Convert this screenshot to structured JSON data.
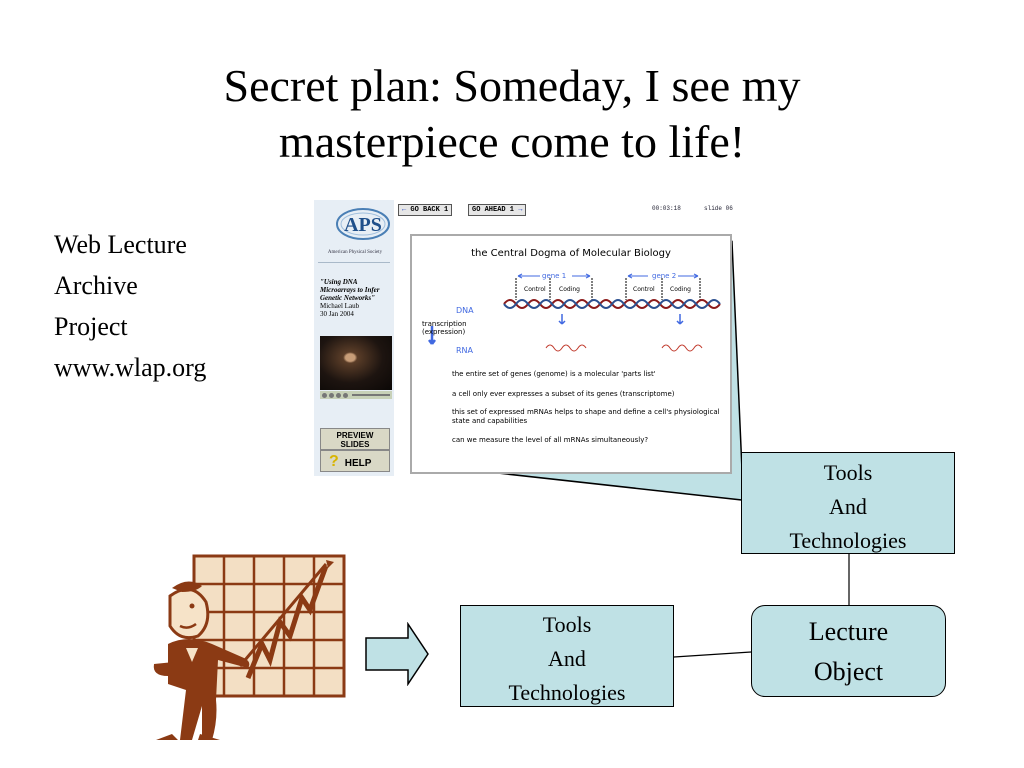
{
  "slide": {
    "title_line1": "Secret plan: Someday, I see my",
    "title_line2": "masterpiece come to life!",
    "side_text": [
      "Web Lecture",
      "Archive",
      "Project",
      "www.wlap.org"
    ]
  },
  "screenshot": {
    "logo_text": "APS",
    "logo_subtitle": "American Physical Society",
    "lecture_title": "\"Using DNA Microarrays to Infer Genetic Networks\"",
    "lecture_author": "Michael Laub",
    "lecture_date": "30 Jan 2004",
    "nav_back": "GO BACK 1",
    "nav_ahead": "GO AHEAD 1",
    "time": "00:03:18",
    "slide_num": "slide 06",
    "preview_line1": "PREVIEW",
    "preview_line2": "SLIDES",
    "help": "HELP",
    "inner_slide": {
      "title": "the Central Dogma of Molecular Biology",
      "gene1": "gene 1",
      "gene2": "gene 2",
      "control": "Control",
      "coding": "Coding",
      "dna": "DNA",
      "rna": "RNA",
      "transcription": "transcription",
      "expression": "(expression)",
      "bullets": [
        "the entire set of genes (genome) is a molecular 'parts list'",
        "a cell only ever expresses a subset of its genes (transcriptome)",
        "this set of expressed mRNAs helps to shape and define a cell's physiological state and capabilities",
        "can we measure the level of all mRNAs simultaneously?"
      ]
    }
  },
  "callout": {
    "line1": "Tools",
    "line2": "And",
    "line3": "Technologies"
  },
  "tools_box": {
    "line1": "Tools",
    "line2": "And",
    "line3": "Technologies"
  },
  "lecture_object": {
    "line1": "Lecture",
    "line2": "Object"
  },
  "colors": {
    "box_fill": "#bfe1e5",
    "figure_brown": "#8b3a14",
    "chart_fill": "#f3dfc4"
  },
  "icons": [
    "presenter-clipart",
    "right-arrow-icon",
    "question-icon",
    "video-control-icons"
  ]
}
